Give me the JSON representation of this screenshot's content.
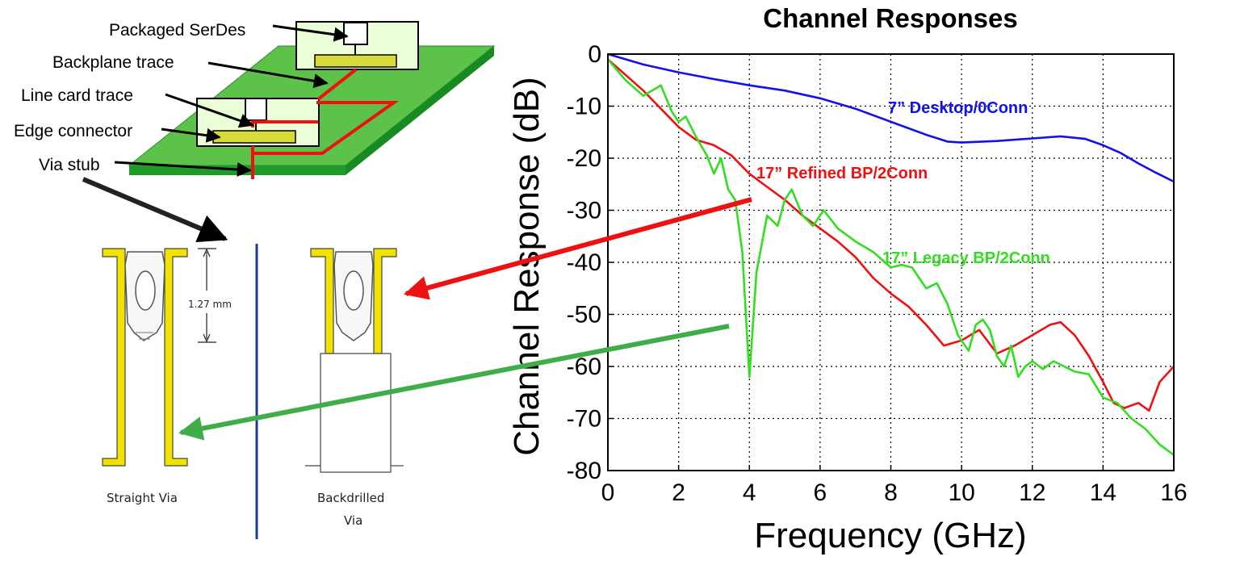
{
  "diagram": {
    "labels": {
      "packaged_serdes": "Packaged SerDes",
      "backplane_trace": "Backplane trace",
      "line_card_trace": "Line card trace",
      "edge_connector": "Edge connector",
      "via_stub": "Via stub"
    },
    "via": {
      "straight_caption": "Straight Via",
      "backdrilled_caption_line1": "Backdrilled",
      "backdrilled_caption_line2": "Via",
      "dimension": "1.27 mm"
    },
    "colors": {
      "board_green": "#5cc24a",
      "board_edge": "#1f9b2a",
      "trace_red": "#ee1111",
      "chip_yellow": "#d8dc3a",
      "via_gold": "#f2e200",
      "divider_blue": "#1a3d8f"
    }
  },
  "chart_data": {
    "type": "line",
    "title": "Channel Responses",
    "xlabel": "Frequency (GHz)",
    "ylabel": "Channel Response (dB)",
    "xlim": [
      0,
      16
    ],
    "ylim": [
      -80,
      0
    ],
    "xticks": [
      "0",
      "2",
      "4",
      "6",
      "8",
      "10",
      "12",
      "14",
      "16"
    ],
    "yticks": [
      "0",
      "-10",
      "-20",
      "-30",
      "-40",
      "-50",
      "-60",
      "-70",
      "-80"
    ],
    "grid": true,
    "series": [
      {
        "name": "7” Desktop/0Conn",
        "color": "#1111ee",
        "x": [
          0,
          1,
          2,
          3,
          4,
          5,
          6,
          7,
          8,
          9,
          9.6,
          10,
          11,
          12,
          12.8,
          13.5,
          14,
          14.5,
          15,
          15.5,
          16
        ],
        "y": [
          0,
          -2,
          -3.5,
          -4.8,
          -6,
          -7,
          -8.5,
          -10.5,
          -13,
          -15.5,
          -16.8,
          -17,
          -16.7,
          -16.2,
          -15.8,
          -16.3,
          -17.5,
          -19,
          -21,
          -22.8,
          -24.5
        ]
      },
      {
        "name": "17” Refined BP/2Conn",
        "color": "#ee1111",
        "x": [
          0,
          0.5,
          1,
          1.5,
          2,
          2.5,
          3,
          3.5,
          4,
          4.5,
          5,
          5.5,
          6,
          6.5,
          7,
          7.5,
          8,
          8.5,
          9,
          9.5,
          10,
          10.5,
          11,
          11.5,
          12,
          12.5,
          12.8,
          13.2,
          13.6,
          14,
          14.3,
          14.6,
          15,
          15.3,
          15.6,
          16
        ],
        "y": [
          -1,
          -4,
          -7,
          -10.5,
          -14,
          -16.5,
          -17.5,
          -19.5,
          -23,
          -25.5,
          -28,
          -31,
          -33.5,
          -36,
          -39,
          -43,
          -46,
          -48.5,
          -52,
          -56,
          -55,
          -53,
          -57.5,
          -56,
          -54,
          -52,
          -51.5,
          -54,
          -58,
          -63,
          -67,
          -68,
          -67,
          -68.5,
          -63,
          -60
        ]
      },
      {
        "name": "17” Legacy BP/2Conn",
        "color": "#33dd22",
        "x": [
          0,
          0.5,
          1,
          1.5,
          1.8,
          2,
          2.2,
          2.5,
          2.8,
          3,
          3.2,
          3.4,
          3.6,
          3.8,
          4,
          4.2,
          4.5,
          4.8,
          5,
          5.2,
          5.5,
          5.8,
          6.1,
          6.5,
          7,
          7.5,
          8,
          8.3,
          8.6,
          9,
          9.3,
          9.6,
          9.9,
          10.2,
          10.4,
          10.6,
          10.8,
          11,
          11.2,
          11.4,
          11.6,
          11.8,
          12,
          12.3,
          12.6,
          12.9,
          13.2,
          13.6,
          14,
          14.4,
          14.8,
          15.2,
          15.6,
          16
        ],
        "y": [
          -1,
          -5,
          -8,
          -6,
          -11,
          -13,
          -12,
          -16,
          -19.5,
          -23,
          -20,
          -26,
          -28,
          -38,
          -62,
          -42,
          -31,
          -33,
          -28,
          -26,
          -31,
          -33,
          -30,
          -33.5,
          -36,
          -38,
          -41,
          -40.5,
          -41,
          -45,
          -44,
          -48,
          -54,
          -57,
          -52,
          -51,
          -53,
          -58,
          -60,
          -56,
          -62,
          -60,
          -59,
          -60.5,
          -59,
          -60,
          -61,
          -61.5,
          -66,
          -67,
          -70,
          -72,
          -75,
          -77
        ]
      }
    ]
  }
}
